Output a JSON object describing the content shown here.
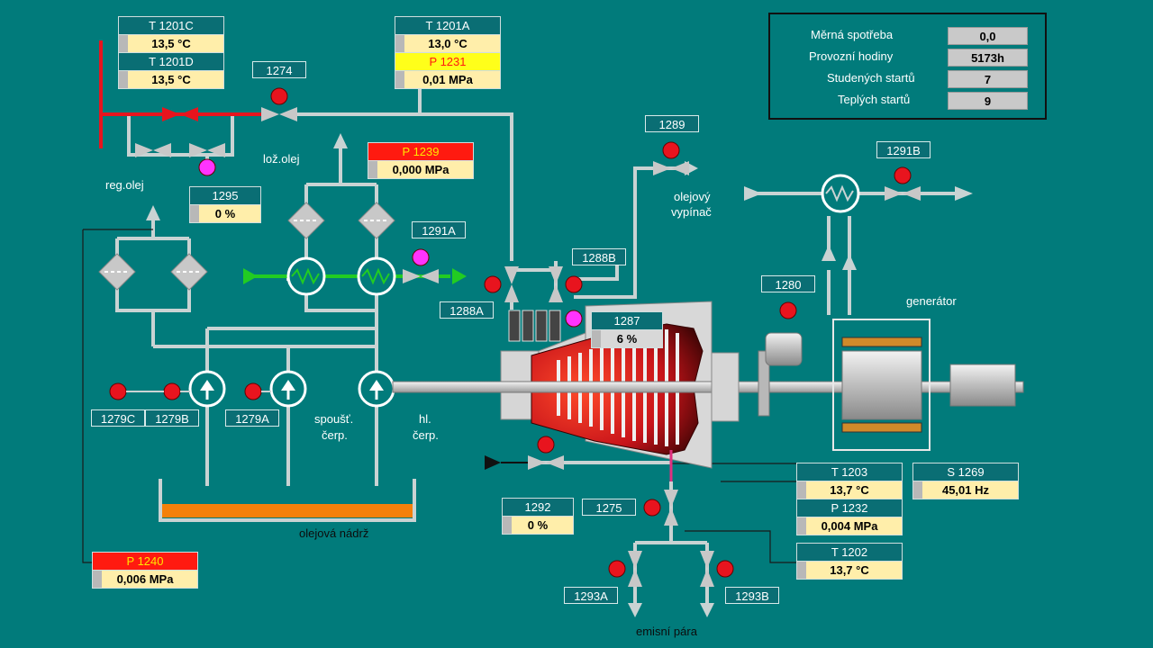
{
  "summary": {
    "rows": [
      {
        "label": "Měrná spotřeba",
        "value": "0,0"
      },
      {
        "label": "Provozní hodiny",
        "value": "5173h"
      },
      {
        "label": "Studených startů",
        "value": "7"
      },
      {
        "label": "Teplých startů",
        "value": "9"
      }
    ]
  },
  "measurements": {
    "t1201c": {
      "tag": "T 1201C",
      "value": "13,5 °C"
    },
    "t1201d": {
      "tag": "T 1201D",
      "value": "13,5 °C"
    },
    "t1201a": {
      "tag": "T 1201A",
      "value": "13,0 °C"
    },
    "p1231": {
      "tag": "P 1231",
      "value": "0,01 MPa"
    },
    "p1239": {
      "tag": "P 1239",
      "value": "0,000 MPa"
    },
    "v1295": {
      "tag": "1295",
      "value": "0 %"
    },
    "v1287": {
      "tag": "1287",
      "value": "6 %"
    },
    "p1240": {
      "tag": "P 1240",
      "value": "0,006 MPa"
    },
    "v1292": {
      "tag": "1292",
      "value": "0 %"
    },
    "t1203": {
      "tag": "T 1203",
      "value": "13,7 °C"
    },
    "p1232": {
      "tag": "P 1232",
      "value": "0,004 MPa"
    },
    "t1202": {
      "tag": "T 1202",
      "value": "13,7 °C"
    },
    "s1269": {
      "tag": "S 1269",
      "value": "45,01 Hz"
    }
  },
  "tags": {
    "t1274": "1274",
    "t1289": "1289",
    "t1291b": "1291B",
    "t1291a": "1291A",
    "t1288b": "1288B",
    "t1288a": "1288A",
    "t1280": "1280",
    "t1279c": "1279C",
    "t1279b": "1279B",
    "t1279a": "1279A",
    "t1275": "1275",
    "t1293a": "1293A",
    "t1293b": "1293B"
  },
  "labels": {
    "reg_olej": "reg.olej",
    "loz_olej": "lož.olej",
    "olejovy": "olejový",
    "vypinac": "vypínač",
    "generator": "generátor",
    "spoust": "spoušť.",
    "cerp1": "čerp.",
    "hl": "hl.",
    "cerp2": "čerp.",
    "olejova_nadrz": "olejová nádrž",
    "emisni_para": "emisní pára"
  },
  "colors": {
    "background": "#017b7b",
    "pipe": "#c9d3d3",
    "alarm_red": "#ff1a10",
    "alarm_yellow": "#ffff1a",
    "value_bg": "#ffeeaa",
    "valve_red": "#e8141e",
    "valve_magenta": "#ff33ff",
    "cooler_green": "#22cc22",
    "tank_orange": "#f4800a"
  }
}
